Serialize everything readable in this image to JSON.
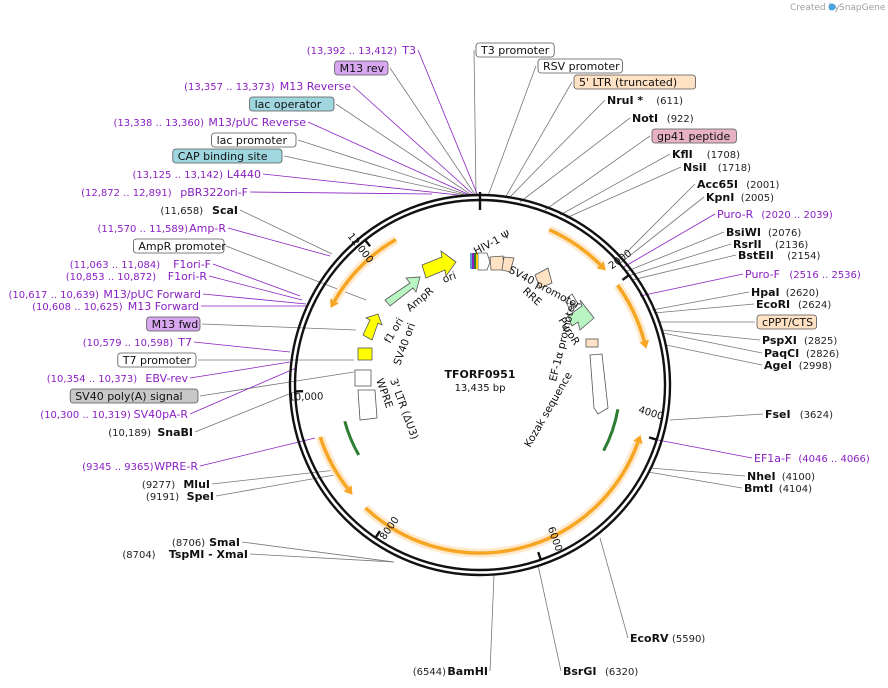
{
  "header": {
    "created_by": "Created by",
    "app": "SnapGene",
    "logo_color": "#4aa3df"
  },
  "plasmid": {
    "name": "TFORF0951",
    "length": "13,435 bp",
    "ticks": [
      "2000",
      "4000",
      "6000",
      "8000",
      "10,000",
      "12,000"
    ]
  },
  "colors": {
    "backbone": "#111111",
    "primer": "#8a1fc2",
    "feature_yellow": "#ffff00",
    "feature_green": "#b8f5c2",
    "feature_orange": "#f6a623",
    "box_teal": "#9fd6df",
    "box_purple": "#d9a6f0",
    "box_pink": "#e7b3c3",
    "box_orange": "#ffe1c4",
    "box_gray": "#c8c8c8"
  },
  "labels": {
    "right": [
      {
        "text": "T3 promoter",
        "kind": "box"
      },
      {
        "text": "RSV promoter",
        "kind": "box"
      },
      {
        "text": "5' LTR (truncated)",
        "kind": "box"
      },
      {
        "text": "NruI *",
        "kind": "enz",
        "pos": "(611)"
      },
      {
        "text": "NotI",
        "kind": "enz",
        "pos": "(922)"
      },
      {
        "text": "gp41 peptide",
        "kind": "box"
      },
      {
        "text": "KflI",
        "kind": "enz",
        "pos": "(1708)"
      },
      {
        "text": "NsiI",
        "kind": "enz",
        "pos": "(1718)"
      },
      {
        "text": "Acc65I",
        "kind": "enz",
        "pos": "(2001)"
      },
      {
        "text": "KpnI",
        "kind": "enz",
        "pos": "(2005)"
      },
      {
        "text": "Puro-R",
        "kind": "primer",
        "pos": "(2020 .. 2039)"
      },
      {
        "text": "BsiWI",
        "kind": "enz",
        "pos": "(2076)"
      },
      {
        "text": "RsrII",
        "kind": "enz",
        "pos": "(2136)"
      },
      {
        "text": "BstEII",
        "kind": "enz",
        "pos": "(2154)"
      },
      {
        "text": "Puro-F",
        "kind": "primer",
        "pos": "(2516 .. 2536)"
      },
      {
        "text": "HpaI",
        "kind": "enz",
        "pos": "(2620)"
      },
      {
        "text": "EcoRI",
        "kind": "enz",
        "pos": "(2624)"
      },
      {
        "text": "cPPT/CTS",
        "kind": "box"
      },
      {
        "text": "PspXI",
        "kind": "enz",
        "pos": "(2825)"
      },
      {
        "text": "PaqCI",
        "kind": "enz",
        "pos": "(2826)"
      },
      {
        "text": "AgeI",
        "kind": "enz",
        "pos": "(2998)"
      },
      {
        "text": "FseI",
        "kind": "enz",
        "pos": "(3624)"
      },
      {
        "text": "EF1a-F",
        "kind": "primer",
        "pos": "(4046 .. 4066)"
      },
      {
        "text": "NheI",
        "kind": "enz",
        "pos": "(4100)"
      },
      {
        "text": "BmtI",
        "kind": "enz",
        "pos": "(4104)"
      },
      {
        "text": "EcoRV",
        "kind": "enz",
        "pos": "(5590)"
      },
      {
        "text": "BsrGI",
        "kind": "enz",
        "pos": "(6320)"
      }
    ],
    "left": [
      {
        "text": "T3",
        "kind": "primer",
        "pos": "(13,392 .. 13,412)"
      },
      {
        "text": "M13 rev",
        "kind": "box"
      },
      {
        "text": "M13 Reverse",
        "kind": "primer",
        "pos": "(13,357 .. 13,373)"
      },
      {
        "text": "lac operator",
        "kind": "box"
      },
      {
        "text": "M13/pUC Reverse",
        "kind": "primer",
        "pos": "(13,338 .. 13,360)"
      },
      {
        "text": "lac promoter",
        "kind": "box"
      },
      {
        "text": "CAP binding site",
        "kind": "box"
      },
      {
        "text": "L4440",
        "kind": "primer",
        "pos": "(13,125 .. 13,142)"
      },
      {
        "text": "pBR322ori-F",
        "kind": "primer",
        "pos": "(12,872 .. 12,891)"
      },
      {
        "text": "ScaI",
        "kind": "enz",
        "pos": "(11,658)"
      },
      {
        "text": "Amp-R",
        "kind": "primer",
        "pos": "(11,570 .. 11,589)"
      },
      {
        "text": "AmpR promoter",
        "kind": "box"
      },
      {
        "text": "F1ori-F",
        "kind": "primer",
        "pos": "(11,063 .. 11,084)"
      },
      {
        "text": "F1ori-R",
        "kind": "primer",
        "pos": "(10,853 .. 10,872)"
      },
      {
        "text": "M13/pUC Forward",
        "kind": "primer",
        "pos": "(10,617 .. 10,639)"
      },
      {
        "text": "M13 Forward",
        "kind": "primer",
        "pos": "(10,608 .. 10,625)"
      },
      {
        "text": "M13 fwd",
        "kind": "box"
      },
      {
        "text": "T7",
        "kind": "primer",
        "pos": "(10,579 .. 10,598)"
      },
      {
        "text": "T7 promoter",
        "kind": "box"
      },
      {
        "text": "EBV-rev",
        "kind": "primer",
        "pos": "(10,354 .. 10,373)"
      },
      {
        "text": "SV40 poly(A) signal",
        "kind": "box"
      },
      {
        "text": "SV40pA-R",
        "kind": "primer",
        "pos": "(10,300 .. 10,319)"
      },
      {
        "text": "SnaBI",
        "kind": "enz",
        "pos": "(10,189)"
      },
      {
        "text": "WPRE-R",
        "kind": "primer",
        "pos": "(9345 .. 9365)"
      },
      {
        "text": "MluI",
        "kind": "enz",
        "pos": "(9277)"
      },
      {
        "text": "SpeI",
        "kind": "enz",
        "pos": "(9191)"
      },
      {
        "text": "SmaI",
        "kind": "enz",
        "pos": "(8706)"
      },
      {
        "text": "TspMI - XmaI",
        "kind": "enz",
        "pos": "(8704)"
      },
      {
        "text": "BamHI",
        "kind": "enz",
        "pos": "(6544)"
      }
    ]
  },
  "inner_features": {
    "hiv": "HIV-1 Ψ",
    "rre": "RRE",
    "sv40_promoter": "SV40 promoter",
    "puror": "PuroR",
    "ef1a": "EF-1α promoter",
    "kozak": "Kozak sequence",
    "ori": "ori",
    "ampr": "AmpR",
    "f1ori": "f1 ori",
    "sv40ori": "SV40 ori",
    "ltr3": "3' LTR (ΔU3)",
    "wpre": "WPRE"
  }
}
